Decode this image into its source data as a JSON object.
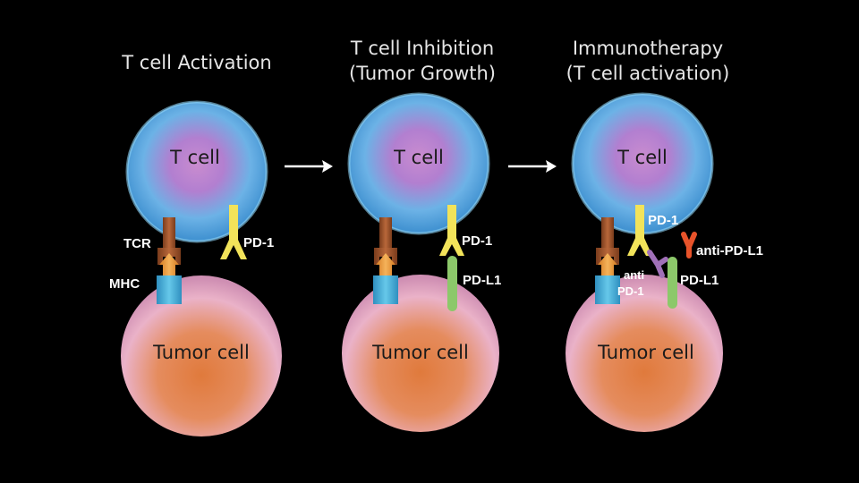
{
  "panels": [
    {
      "title_line1": "T cell Activation",
      "title_line2": ""
    },
    {
      "title_line1": "T cell Inhibition",
      "title_line2": "(Tumor Growth)"
    },
    {
      "title_line1": "Immunotherapy",
      "title_line2": "(T cell activation)"
    }
  ],
  "cells": {
    "t_cell": "T cell",
    "tumor_cell": "Tumor cell"
  },
  "labels": {
    "tcr": "TCR",
    "mhc": "MHC",
    "pd1": "PD-1",
    "pdl1": "PD-L1",
    "anti_pdl1": "anti-PD-L1",
    "anti_pd1_line1": "anti",
    "anti_pd1_line2": "PD-1"
  },
  "colors": {
    "background": "#000000",
    "t_cell": "#5fb6e6",
    "tumor_cell": "#e0875a",
    "tcr": "#a85a2e",
    "mhc": "#4fb6dc",
    "pd1": "#f2e35a",
    "pdl1": "#8cc86a",
    "anti_pdl1": "#e8532a",
    "anti_pd1": "#a070b8",
    "arrow": "#ffffff"
  },
  "arrows": [
    "arrow-right-icon",
    "arrow-right-icon"
  ]
}
